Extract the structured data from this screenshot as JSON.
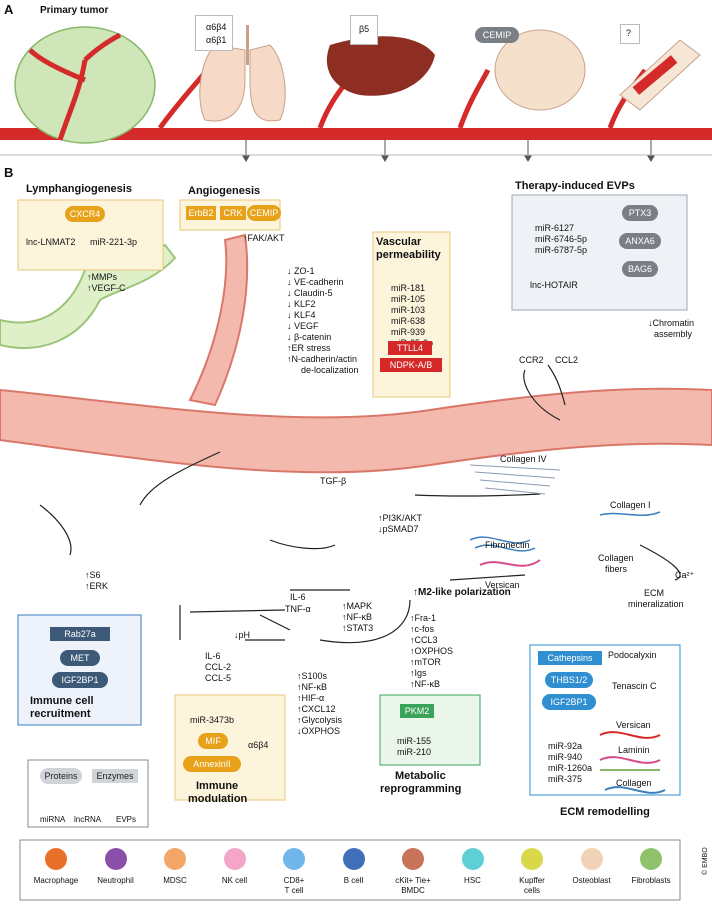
{
  "panel_labels": {
    "a": "A",
    "b": "B"
  },
  "panel_a": {
    "primary_tumor": "Primary tumor",
    "lung_integrins": [
      "α6β4",
      "α6β1"
    ],
    "liver_integrin": "β5",
    "brain_label": "CEMIP",
    "bone_label": "?"
  },
  "lymphangiogenesis": {
    "title": "Lymphangiogenesis",
    "protein": "CXCR4",
    "rna1": "lnc-LNMAT2",
    "rna2": "miR-221-3p",
    "effects": [
      "↑MMPs",
      "↑VEGF-C"
    ]
  },
  "angiogenesis": {
    "title": "Angiogenesis",
    "proteins": [
      "ErbB2",
      "CRK",
      "CEMIP"
    ],
    "effect": "↑FAK/AKT",
    "list": [
      "↓ ZO-1",
      "↓ VE-cadherin",
      "↓ Claudin-5",
      "↓ KLF2",
      "↓ KLF4",
      "↓ VEGF",
      "↓ β-catenin",
      "↑ER stress",
      "↑N-cadherin/actin",
      "de-localization"
    ]
  },
  "vascular_permeability": {
    "title": "Vascular",
    "title2": "permeability",
    "mirnas": [
      "miR-181",
      "miR-105",
      "miR-103",
      "miR-638",
      "miR-939",
      "miR-25-3p"
    ],
    "enzymes": [
      "TTLL4",
      "NDPK-A/B"
    ]
  },
  "therapy_evps": {
    "title": "Therapy-induced EVPs",
    "mirnas": [
      "miR-6127",
      "miR-6746-5p",
      "miR-6787-5p"
    ],
    "lncrna": "lnc-HOTAIR",
    "proteins": [
      "PTX3",
      "ANXA6",
      "BAG6"
    ],
    "effect1": "Chromatin",
    "effect2": "assembly",
    "ccr2": "CCR2",
    "ccl2": "CCL2"
  },
  "immune_recruitment": {
    "effects": [
      "↑S6",
      "↑ERK"
    ],
    "proteins": [
      "Rab27a",
      "MET",
      "IGF2BP1"
    ],
    "title1": "Immune cell",
    "title2": "recruitment"
  },
  "hsc": {
    "tgf": "TGF-β",
    "effects": [
      "↑PI3K/AKT",
      "↓pSMAD7"
    ]
  },
  "ecm": {
    "collagen4": "Collagen IV",
    "fibronectin": "Fibronectin",
    "versican": "Versican",
    "collagen1": "Collagen I",
    "fibers1": "Collagen",
    "fibers2": "fibers",
    "ecm_min1": "ECM",
    "ecm_min2": "mineralization",
    "ca": "Ca²⁺"
  },
  "m2": {
    "title": "↑M2-like polarization",
    "list": [
      "Fra-1",
      "c-fos",
      "CCL3",
      "OXPHOS",
      "mTOR",
      "Igs",
      "NF-κB"
    ],
    "left_list": [
      "↑MAPK",
      "↑NF-κB",
      "↑STAT3"
    ],
    "il6": "IL-6",
    "tnf": "TNF-α"
  },
  "kupffer": {
    "ph": "↓pH",
    "cytokines": [
      "IL-6",
      "CCL-2",
      "CCL-5"
    ],
    "list": [
      "↑S100s",
      "↑NF-κB",
      "↑HIF-α",
      "↑CXCL12",
      "↑Glycolysis",
      "↓OXPHOS"
    ]
  },
  "immune_modulation": {
    "mirna": "miR-3473b",
    "proteins": [
      "MIF",
      "AnnexinII"
    ],
    "integrin": "α6β4",
    "title1": "Immune",
    "title2": "modulation"
  },
  "metabolic": {
    "enzyme": "PKM2",
    "mirnas": [
      "miR-155",
      "miR-210"
    ],
    "title1": "Metabolic",
    "title2": "reprogramming"
  },
  "ecm_remodelling": {
    "enzyme": "Cathepsins",
    "proteins": [
      "THBS1/2",
      "IGF2BP1"
    ],
    "mirnas": [
      "miR-92a",
      "miR-940",
      "miR-1260a",
      "miR-375"
    ],
    "right": [
      "Podocalyxin",
      "Tenascin C",
      "Versican",
      "Laminin",
      "Collagen"
    ],
    "title": "ECM remodelling"
  },
  "legend_key": {
    "proteins": "Proteins",
    "enzymes": "Enzymes",
    "mirna": "miRNA",
    "lncrna": "lncRNA",
    "evps": "EVPs"
  },
  "cell_legend": [
    {
      "label": "Macrophage",
      "color": "#e8702a"
    },
    {
      "label": "Neutrophil",
      "color": "#8a4fa8"
    },
    {
      "label": "MDSC",
      "color": "#f2a766"
    },
    {
      "label": "NK cell",
      "color": "#f4a6c8"
    },
    {
      "label": "CD8+\nT cell",
      "color": "#6fb7ea"
    },
    {
      "label": "B cell",
      "color": "#3e6fb8"
    },
    {
      "label": "cKit+ Tie+\nBMDC",
      "color": "#c8735a"
    },
    {
      "label": "HSC",
      "color": "#5fcfd6"
    },
    {
      "label": "Kupffer\ncells",
      "color": "#d8d84a"
    },
    {
      "label": "Osteoblast",
      "color": "#f3d3b8"
    },
    {
      "label": "Fibroblasts",
      "color": "#8fc26a"
    }
  ],
  "copyright": "© EMBO"
}
